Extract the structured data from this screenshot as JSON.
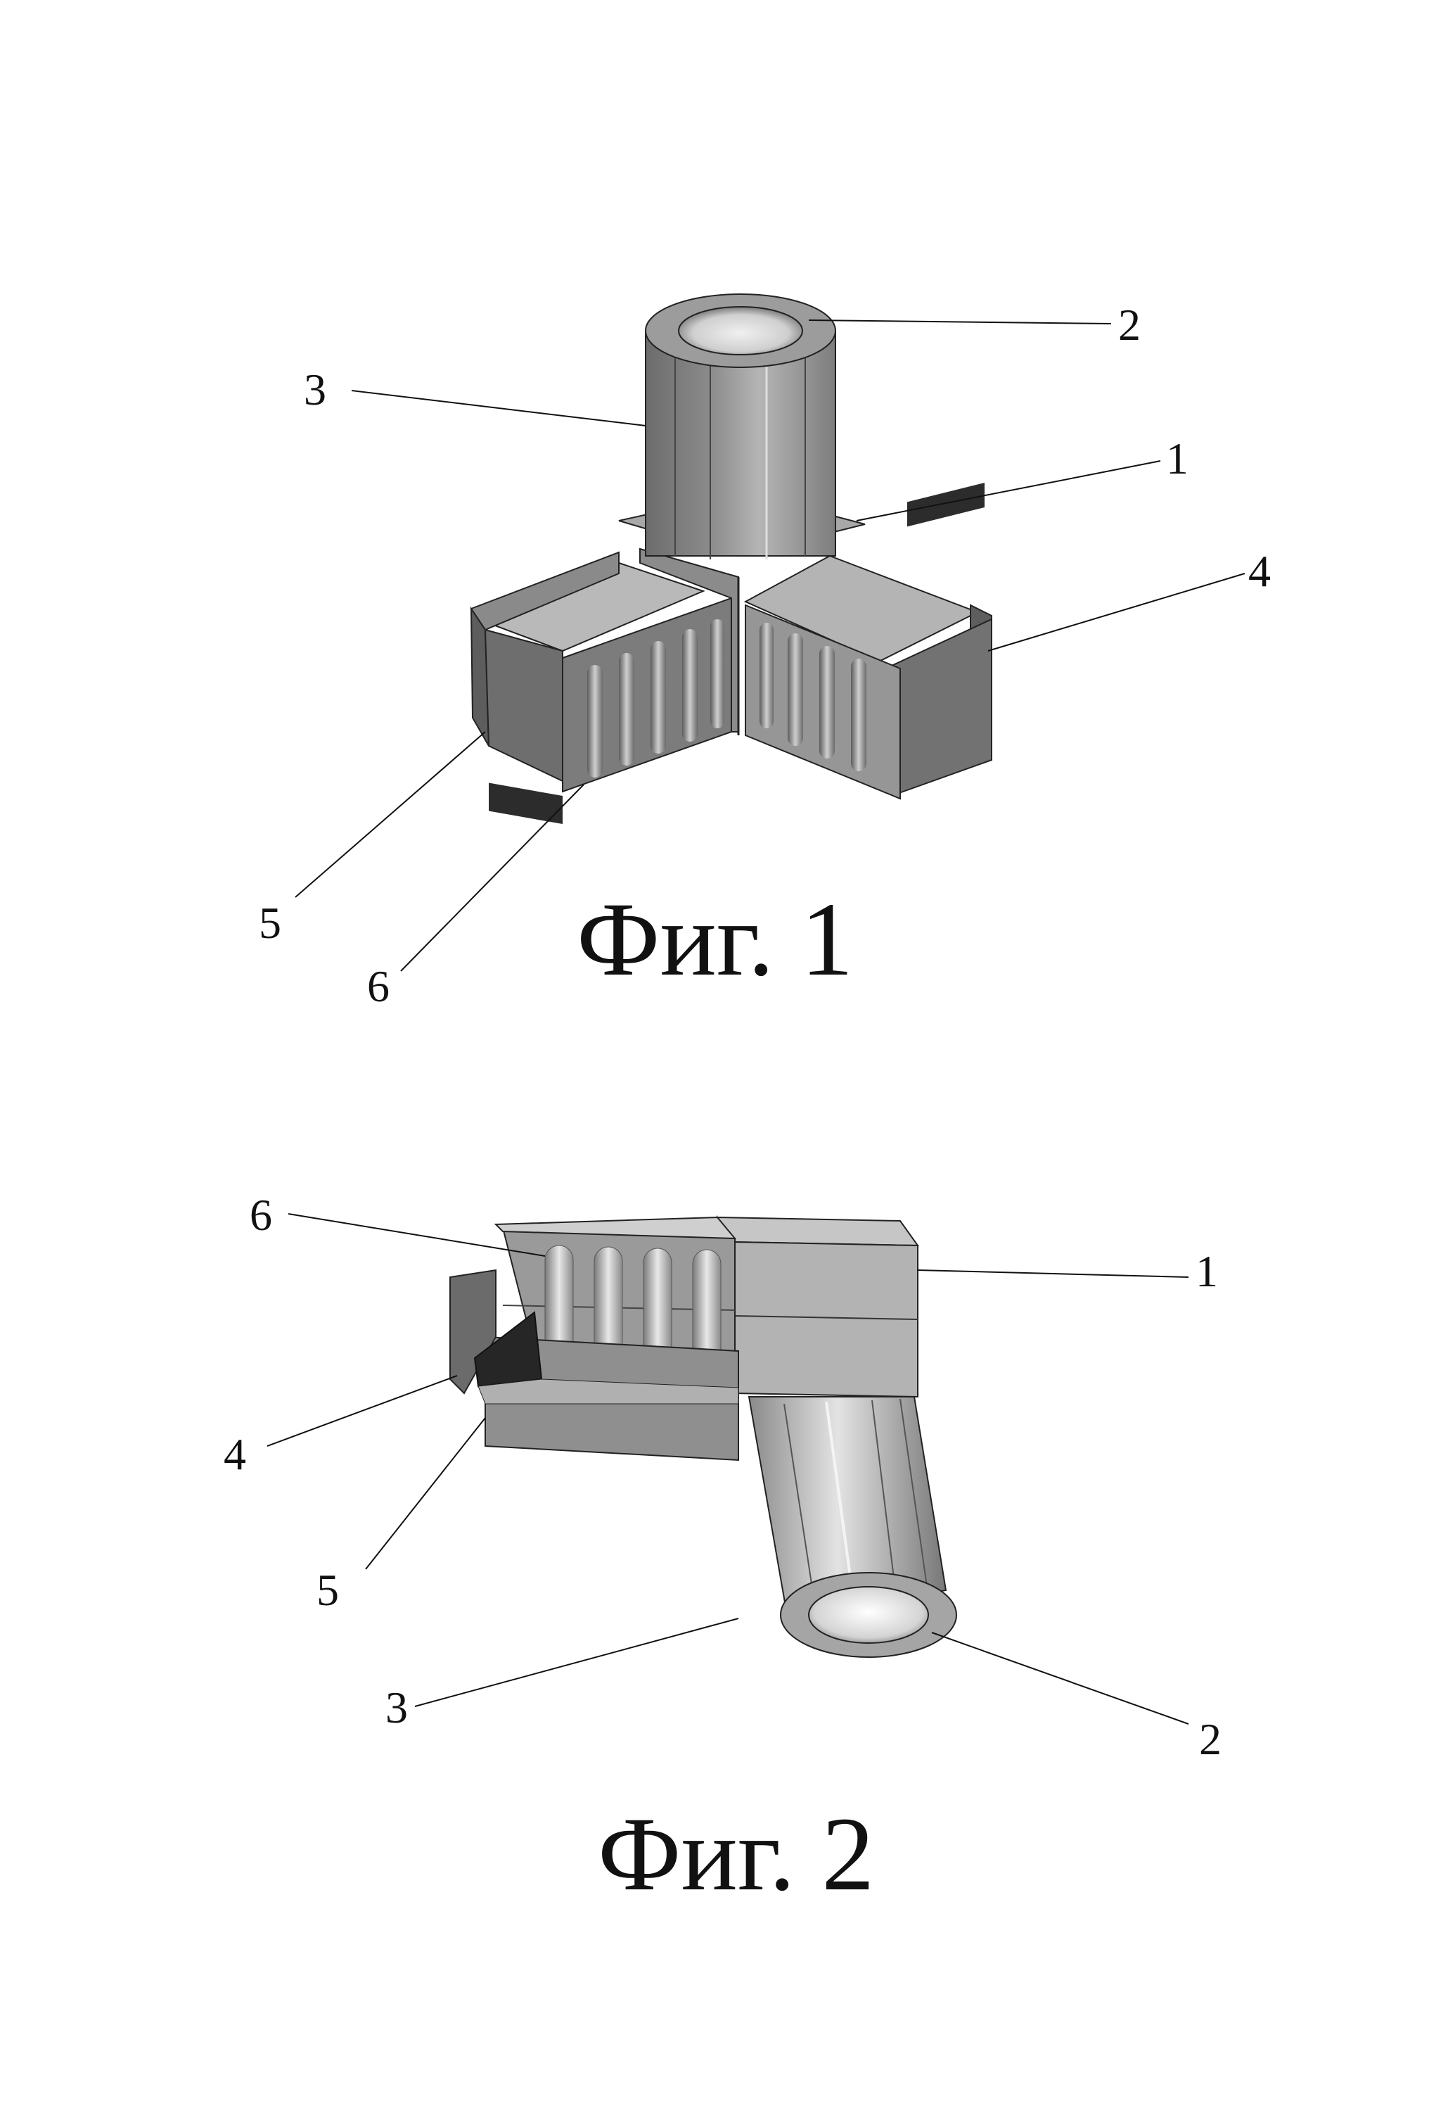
{
  "figures": [
    {
      "caption": "Фиг. 1",
      "labels": {
        "l1": "1",
        "l2": "2",
        "l3": "3",
        "l4": "4",
        "l5": "5",
        "l6": "6"
      }
    },
    {
      "caption": "Фиг. 2",
      "labels": {
        "l1": "1",
        "l2": "2",
        "l3": "3",
        "l4": "4",
        "l5": "5",
        "l6": "6"
      }
    }
  ],
  "colors": {
    "ink": "#111111",
    "light": "#c9c9c9",
    "mid": "#9a9a9a",
    "dark": "#6a6a6a",
    "shadow": "#3a3a3a"
  }
}
